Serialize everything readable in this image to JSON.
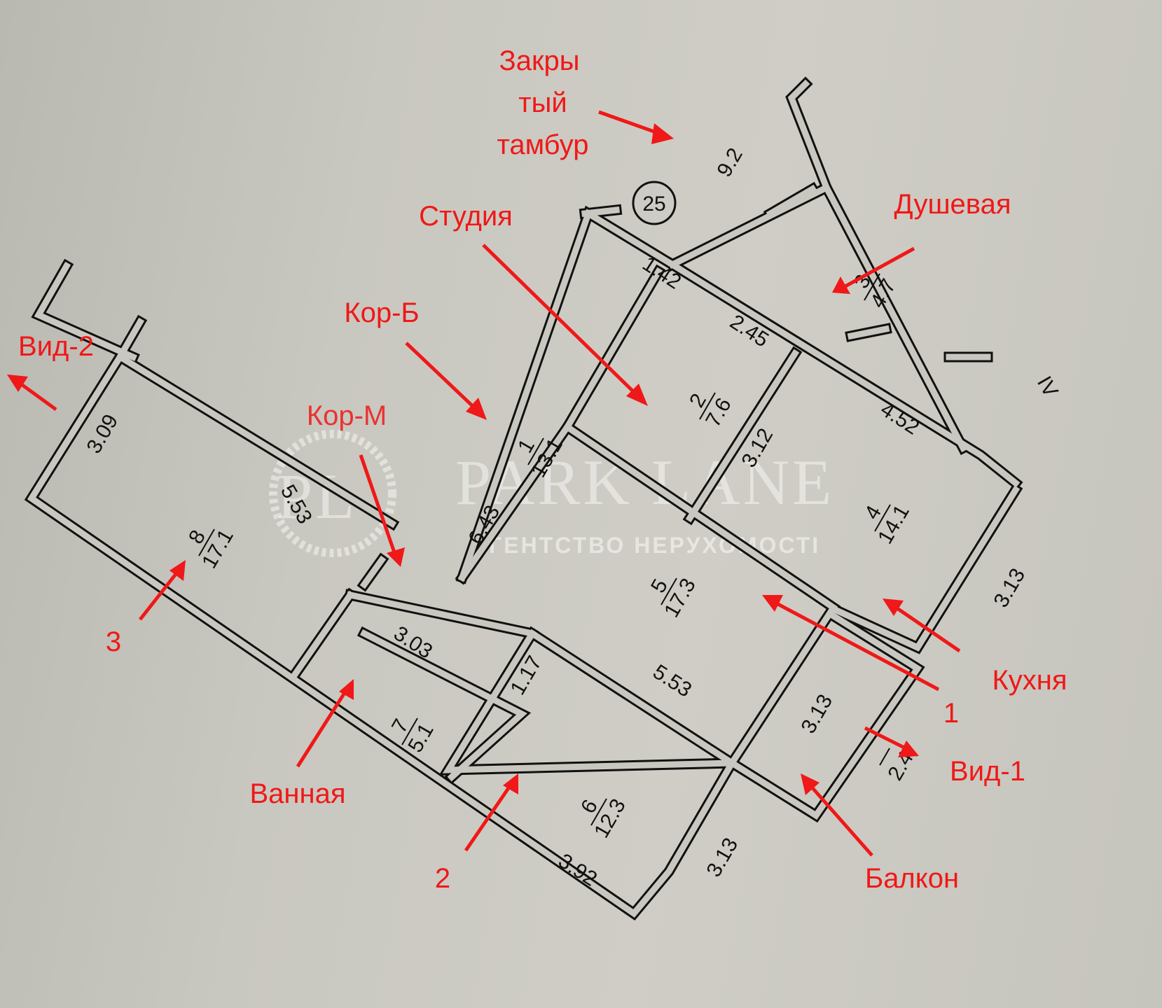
{
  "title": "Floor plan with room annotations",
  "watermark": {
    "brand": "PARK LANE",
    "monogram": "PL",
    "subtitle": "АГЕНТСТВО НЕРУХОМОСТІ"
  },
  "rooms": [
    {
      "number": "1",
      "area": "13.1"
    },
    {
      "number": "2",
      "area": "7.6"
    },
    {
      "number": "3",
      "area": "4.7"
    },
    {
      "number": "4",
      "area": "14.1"
    },
    {
      "number": "5",
      "area": "17.3"
    },
    {
      "number": "6",
      "area": "12.3"
    },
    {
      "number": "7",
      "area": "5.1"
    },
    {
      "number": "8",
      "area": "17.1"
    },
    {
      "number": "",
      "area": "2.4"
    }
  ],
  "tambur_area": "9.2",
  "apartment_number": "25",
  "section_mark": "IV",
  "dimensions": [
    "1.42",
    "2.45",
    "3.12",
    "4.52",
    "3.13",
    "3.09",
    "5.53",
    "6.43",
    "3.03",
    "1.17",
    "5.53",
    "3.13",
    "3.92",
    "3.13"
  ],
  "annotations": {
    "tambur": [
      "Закры",
      "тый",
      "тамбур"
    ],
    "studio": "Студия",
    "shower": "Душевая",
    "kor_b": "Кор-Б",
    "kor_m": "Кор-М",
    "view2": "Вид-2",
    "num3": "3",
    "bathroom": "Ванная",
    "num2": "2",
    "balcony": "Балкон",
    "view1": "Вид-1",
    "num1": "1",
    "kitchen": "Кухня"
  },
  "colors": {
    "annotation": "#f01818",
    "walls": "#111111",
    "paper": "#c9c8c0"
  }
}
